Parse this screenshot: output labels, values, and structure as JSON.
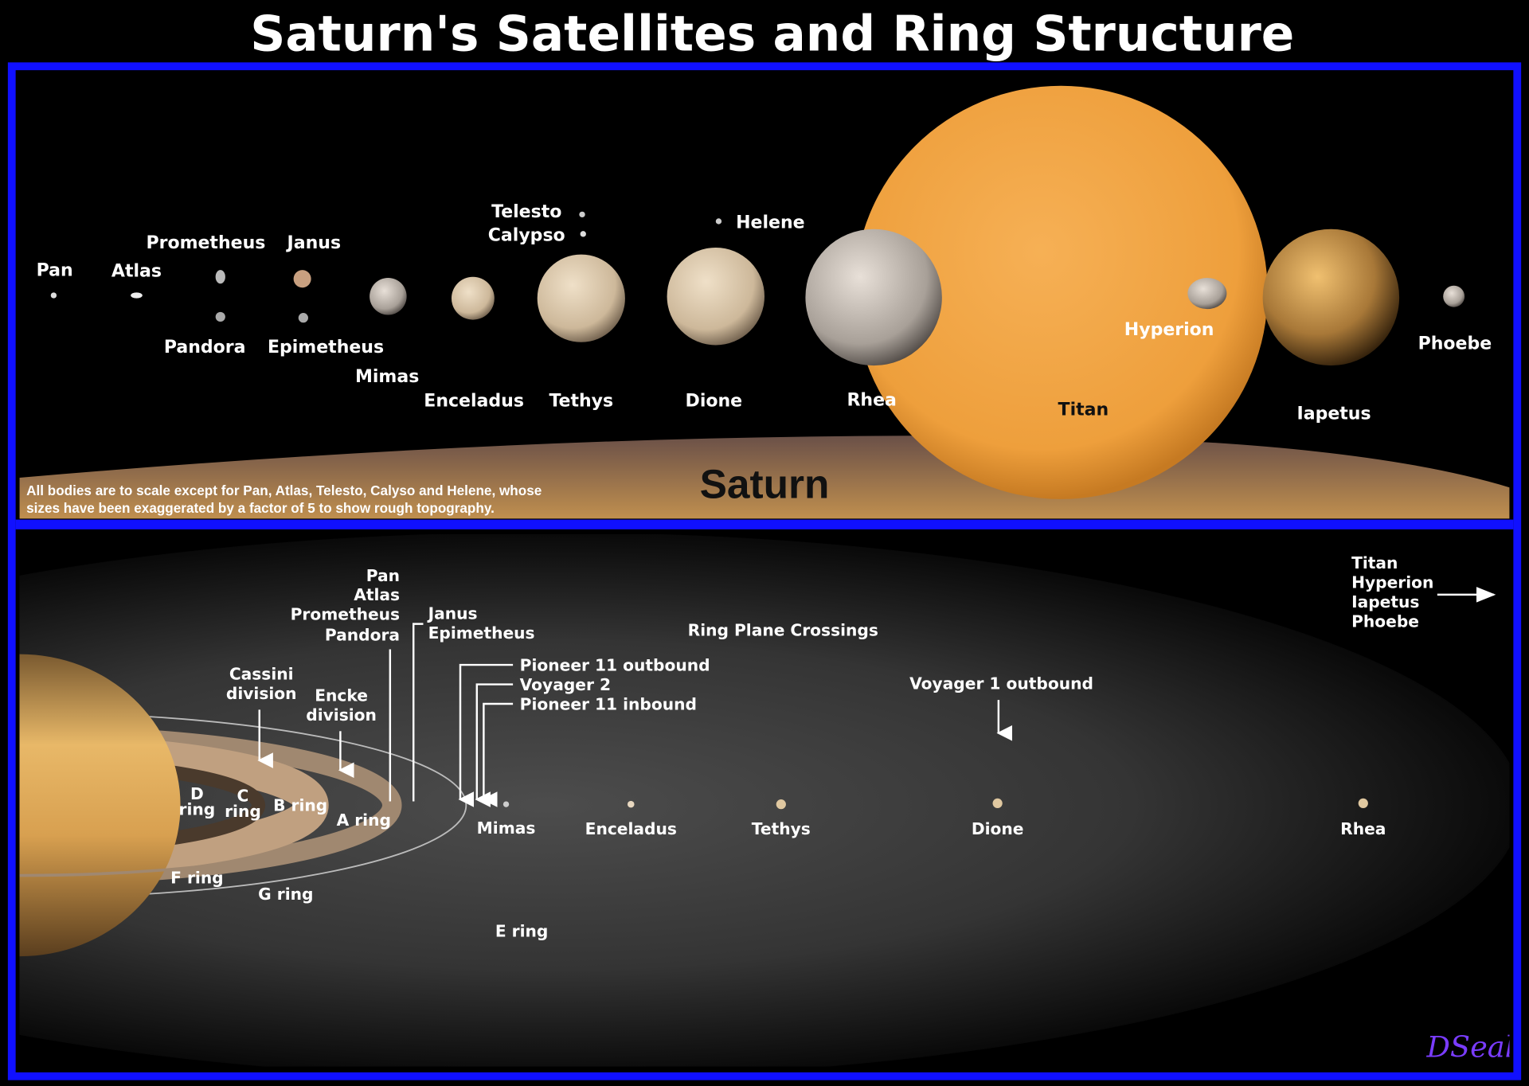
{
  "title": "Saturn's Satellites and Ring Structure",
  "colors": {
    "border": "#1010ff",
    "background": "#000000",
    "titan": "#f0a84a",
    "saturn": "#c8954f",
    "signature": "#7a3cff"
  },
  "top_panel": {
    "moons": [
      "Pan",
      "Atlas",
      "Prometheus",
      "Pandora",
      "Janus",
      "Epimetheus",
      "Mimas",
      "Enceladus",
      "Tethys",
      "Telesto",
      "Calypso",
      "Dione",
      "Helene",
      "Rhea",
      "Titan",
      "Hyperion",
      "Iapetus",
      "Phoebe"
    ],
    "planet_label": "Saturn",
    "note_line1": "All bodies are to scale except for Pan, Atlas, Telesto, Calyso and Helene, whose",
    "note_line2": "sizes have been exaggerated by a factor of 5 to show rough topography."
  },
  "bottom_panel": {
    "rings": {
      "d": [
        "D",
        "ring"
      ],
      "c": [
        "C",
        "ring"
      ],
      "b": "B ring",
      "a": "A ring",
      "f": "F ring",
      "g": "G ring",
      "e": "E ring"
    },
    "divisions": {
      "cassini": [
        "Cassini",
        "division"
      ],
      "encke": [
        "Encke",
        "division"
      ]
    },
    "inner_group": [
      "Pan",
      "Atlas",
      "Prometheus",
      "Pandora"
    ],
    "coorbital_group": [
      "Janus",
      "Epimetheus"
    ],
    "crossings_title": "Ring Plane Crossings",
    "crossings": [
      "Pioneer 11 outbound",
      "Voyager 2",
      "Pioneer 11 inbound",
      "Voyager 1 outbound"
    ],
    "moons": [
      "Mimas",
      "Enceladus",
      "Tethys",
      "Dione",
      "Rhea"
    ],
    "outer_group": [
      "Titan",
      "Hyperion",
      "Iapetus",
      "Phoebe"
    ]
  },
  "signature": "DSeal"
}
